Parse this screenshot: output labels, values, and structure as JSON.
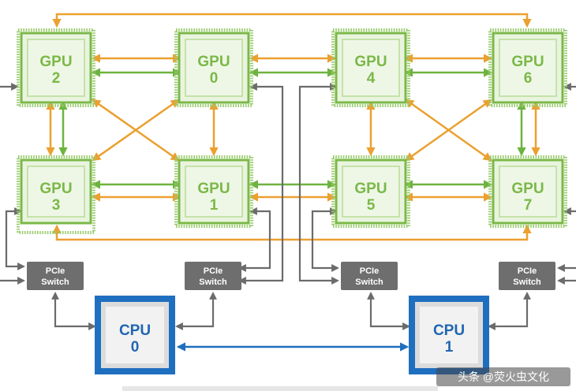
{
  "colors": {
    "gpu_border": "#7bb848",
    "gpu_fill": "#e9f4df",
    "nvlink_green": "#6db33f",
    "nvlink_orange": "#eba030",
    "pcie_grey": "#6b6b6b",
    "cpu_blue": "#1f6fc0",
    "switch_fill": "#6e6e6e"
  },
  "gpus": [
    {
      "id": "gpu2",
      "line1": "GPU",
      "line2": "2"
    },
    {
      "id": "gpu0",
      "line1": "GPU",
      "line2": "0"
    },
    {
      "id": "gpu4",
      "line1": "GPU",
      "line2": "4"
    },
    {
      "id": "gpu6",
      "line1": "GPU",
      "line2": "6"
    },
    {
      "id": "gpu3",
      "line1": "GPU",
      "line2": "3"
    },
    {
      "id": "gpu1",
      "line1": "GPU",
      "line2": "1"
    },
    {
      "id": "gpu5",
      "line1": "GPU",
      "line2": "5"
    },
    {
      "id": "gpu7",
      "line1": "GPU",
      "line2": "7"
    }
  ],
  "switches": [
    {
      "id": "sw1",
      "line1": "PCIe",
      "line2": "Switch"
    },
    {
      "id": "sw2",
      "line1": "PCIe",
      "line2": "Switch"
    },
    {
      "id": "sw3",
      "line1": "PCIe",
      "line2": "Switch"
    },
    {
      "id": "sw4",
      "line1": "PCIe",
      "line2": "Switch"
    }
  ],
  "cpus": [
    {
      "id": "cpu0",
      "line1": "CPU",
      "line2": "0"
    },
    {
      "id": "cpu1",
      "line1": "CPU",
      "line2": "1"
    }
  ],
  "watermark": "头条 @荧火虫文化"
}
